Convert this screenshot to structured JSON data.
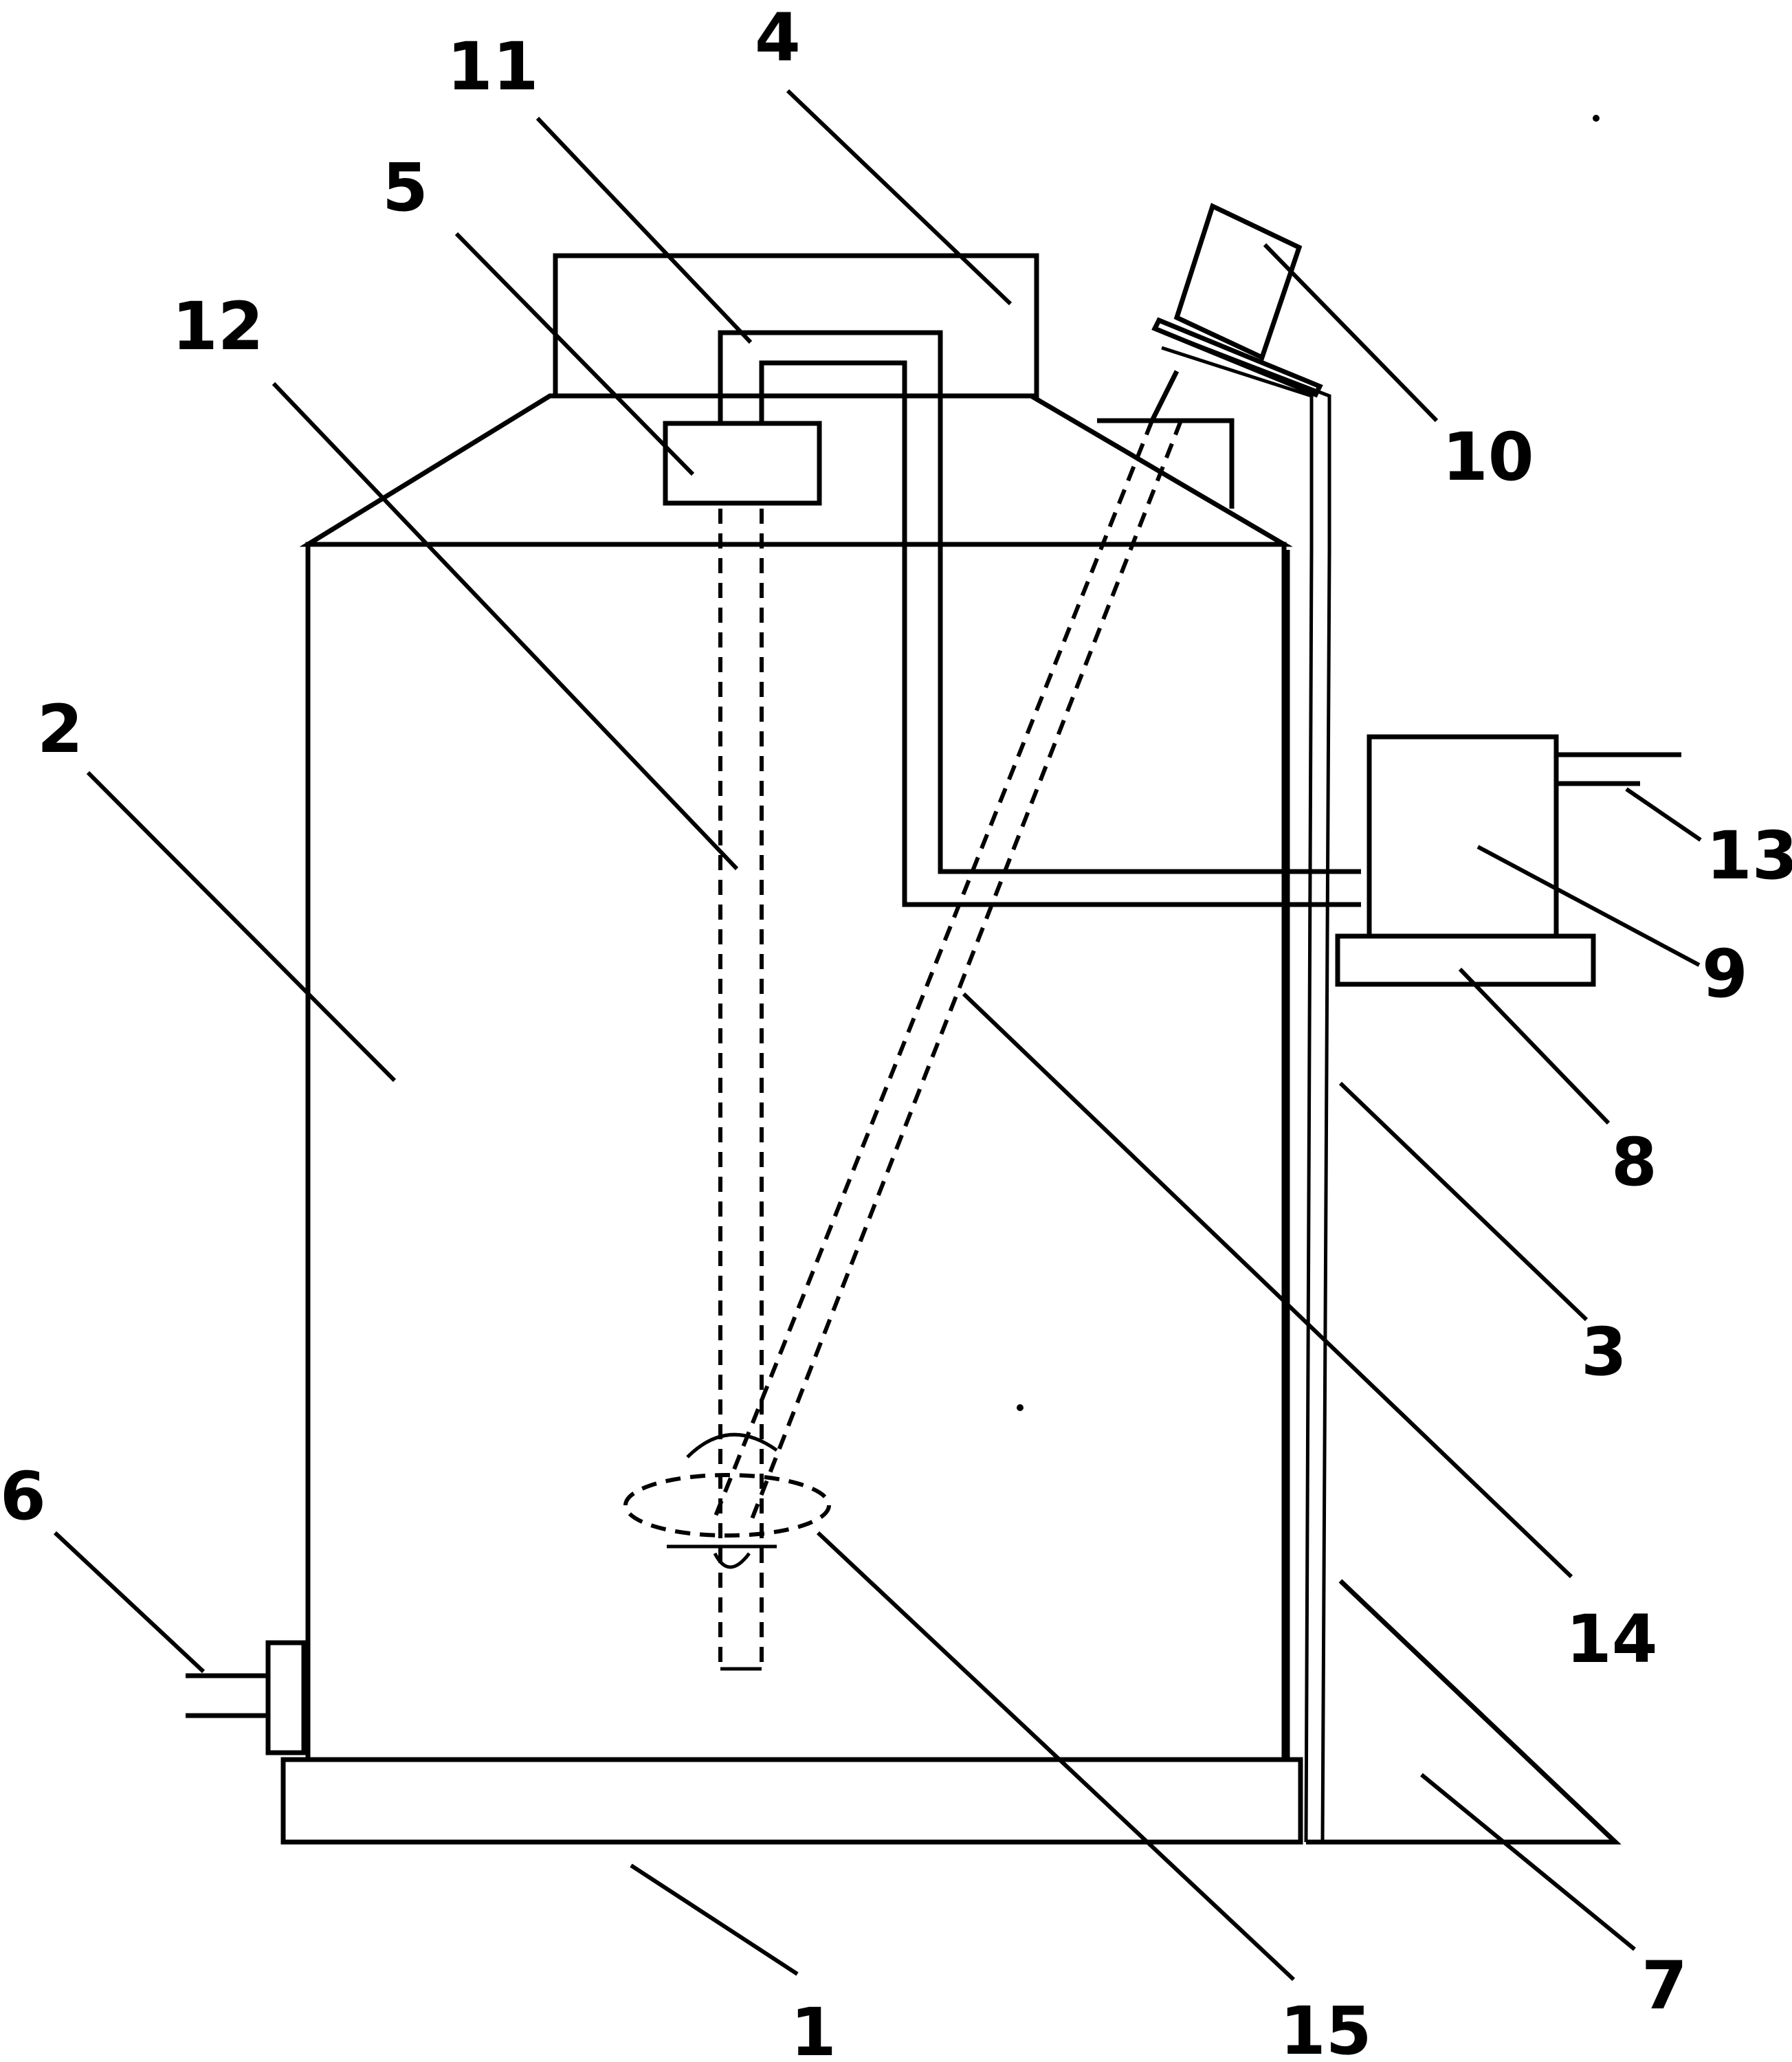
{
  "labels": {
    "l1": "1",
    "l2": "2",
    "l3": "3",
    "l4": "4",
    "l5": "5",
    "l6": "6",
    "l7": "7",
    "l8": "8",
    "l9": "9",
    "l10": "10",
    "l11": "11",
    "l12": "12",
    "l13": "13",
    "l14": "14",
    "l15": "15"
  },
  "colors": {
    "line": "#000000",
    "background": "#ffffff"
  }
}
